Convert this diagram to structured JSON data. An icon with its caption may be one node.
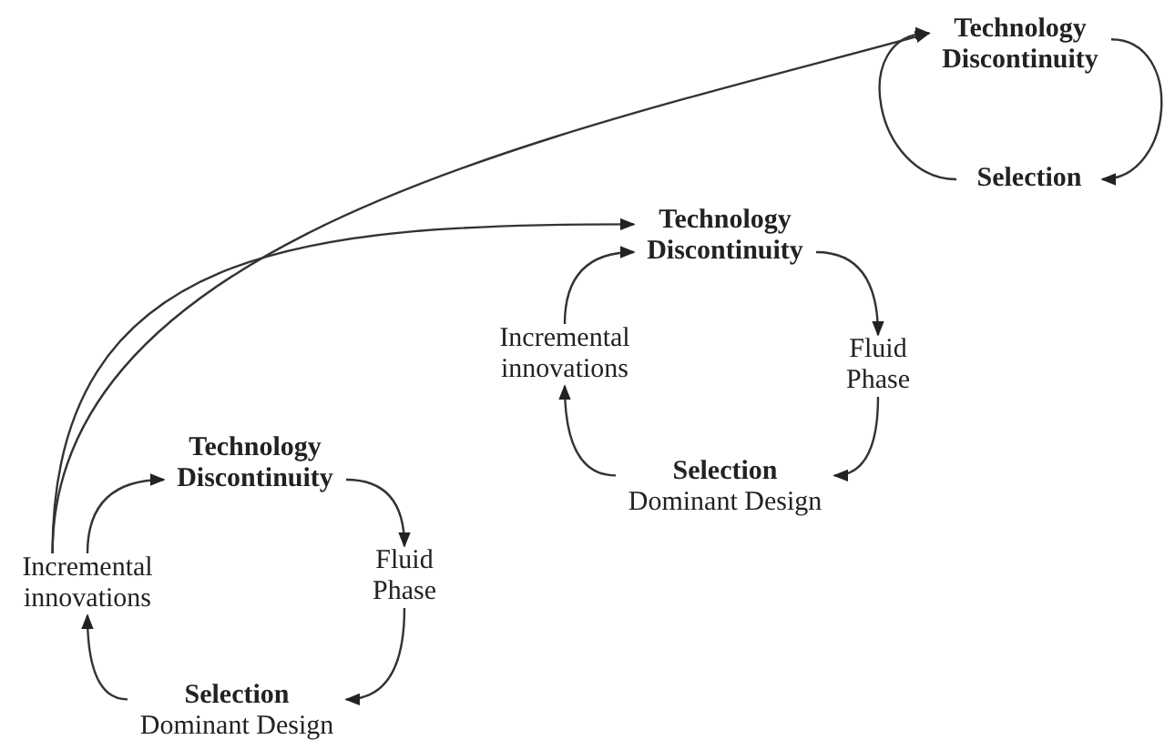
{
  "diagram": {
    "nodes": [
      {
        "text": [
          "Technology Discontinuity"
        ]
      },
      {
        "text": [
          "Fluid Phase"
        ]
      },
      {
        "text": [
          "Selection",
          "Dominant Design"
        ]
      },
      {
        "text": [
          "Incremental innovations"
        ]
      },
      {
        "text": [
          "Technology Discontinuity"
        ]
      },
      {
        "text": [
          "Fluid Phase"
        ]
      },
      {
        "text": [
          "Selection",
          "Dominant Design"
        ]
      },
      {
        "text": [
          "Incremental innovations"
        ]
      },
      {
        "text": [
          "Technology Discontinuity"
        ]
      },
      {
        "text": [
          "Selection"
        ]
      }
    ],
    "edges": [
      {
        "from": 0,
        "to": 1,
        "arrow": "to"
      },
      {
        "from": 1,
        "to": 2,
        "arrow": "to"
      },
      {
        "from": 2,
        "to": 3,
        "arrow": "to"
      },
      {
        "from": 3,
        "to": 0,
        "arrow": "to"
      },
      {
        "from": 4,
        "to": 5,
        "arrow": "to"
      },
      {
        "from": 5,
        "to": 6,
        "arrow": "to"
      },
      {
        "from": 6,
        "to": 7,
        "arrow": "to"
      },
      {
        "from": 7,
        "to": 4,
        "arrow": "to"
      },
      {
        "from": 8,
        "to": 9,
        "arrow": "to"
      },
      {
        "from": 9,
        "to": 8,
        "arrow": "to"
      },
      {
        "from": 3,
        "to": 4,
        "arrow": "to"
      },
      {
        "from": 3,
        "to": 8,
        "arrow": "to"
      }
    ]
  }
}
